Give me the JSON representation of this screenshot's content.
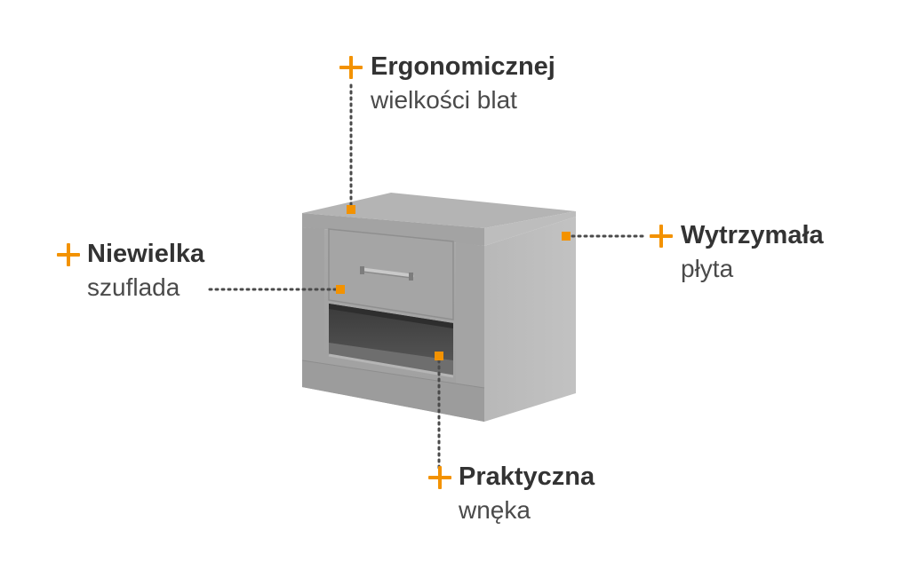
{
  "colors": {
    "accent": "#f39200",
    "text": "#333333",
    "dots": "#4a4a4a",
    "furniture": "#a6a6a6"
  },
  "callouts": {
    "top": {
      "title": "Ergonomicznej",
      "subtitle": "wielkości blat"
    },
    "left": {
      "title": "Niewielka",
      "subtitle": "szuflada"
    },
    "right": {
      "title": "Wytrzymała",
      "subtitle": "płyta"
    },
    "bottom": {
      "title": "Praktyczna",
      "subtitle": "wnęka"
    }
  },
  "icons": {
    "marker": "plus-icon",
    "hotspot": "square-marker-icon"
  }
}
